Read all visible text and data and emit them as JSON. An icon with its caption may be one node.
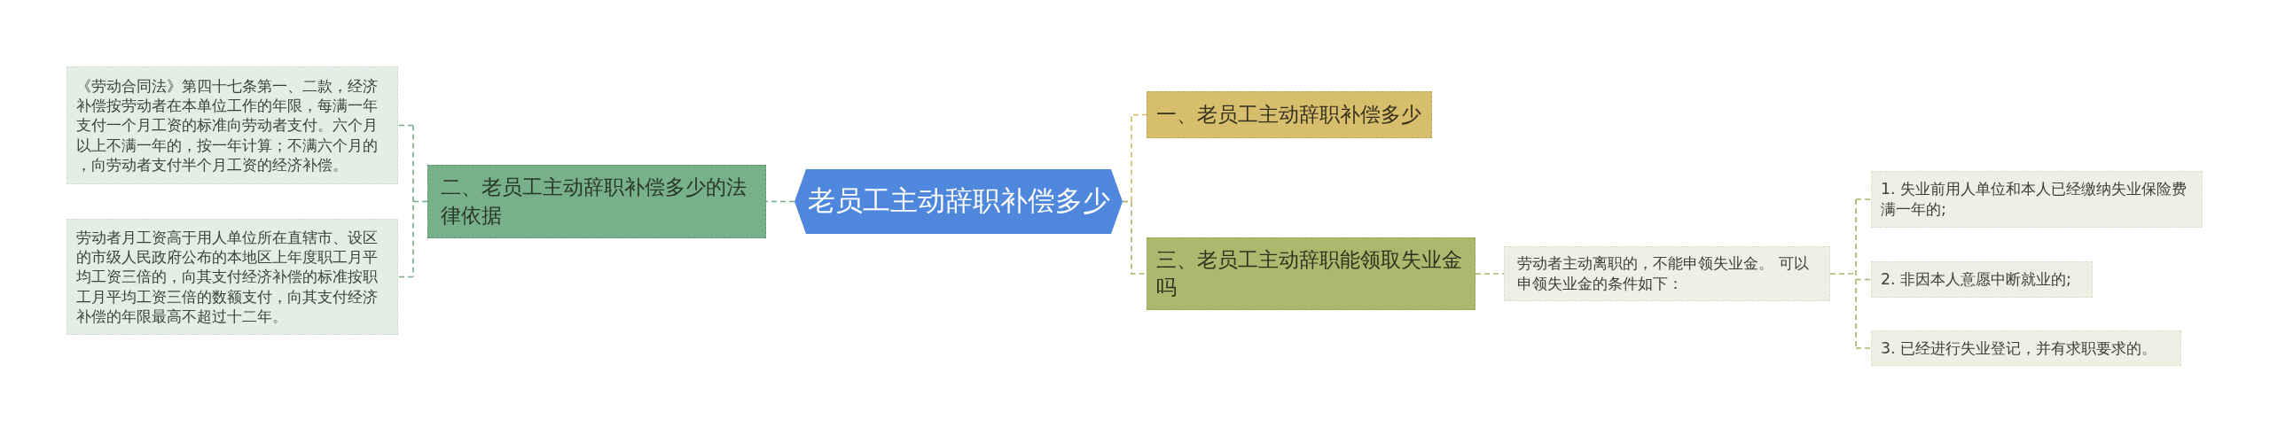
{
  "diagram": {
    "nodes": [
      {
        "text": [
          "老员工主动辞职补偿多少"
        ]
      },
      {
        "text": [
          "二、老员工主动辞职补偿多少的法律依据"
        ]
      },
      {
        "text": [
          "《劳动合同法》第四十七条第一、二款，经济补偿按劳动者在本单位工作的年限，每满一年支付一个月工资的标准向劳动者支付。六个月以上不满一年的，按一年计算；不满六个月的，向劳动者支付半个月工资的经济补偿。"
        ]
      },
      {
        "text": [
          "劳动者月工资高于用人单位所在直辖市、设区的市级人民政府公布的本地区上年度职工月平均工资三倍的，向其支付经济补偿的标准按职工月平均工资三倍的数额支付，向其支付经济补偿的年限最高不超过十二年。"
        ]
      },
      {
        "text": [
          "一、老员工主动辞职补偿多少"
        ]
      },
      {
        "text": [
          "三、老员工主动辞职能领取失业金吗"
        ]
      },
      {
        "text": [
          "劳动者主动离职的，不能申领失业金。 可以申领失业金的条件如下："
        ]
      },
      {
        "text": [
          "1. 失业前用人单位和本人已经缴纳失业保险费满一年的;"
        ]
      },
      {
        "text": [
          "2. 非因本人意愿中断就业的;"
        ]
      },
      {
        "text": [
          "3. 已经进行失业登记，并有求职要求的。"
        ]
      }
    ],
    "edges": [
      {
        "from": 0,
        "to": 1,
        "arrow": "none",
        "style": "dashed",
        "color": "#78ad88"
      },
      {
        "from": 1,
        "to": 2,
        "arrow": "none",
        "style": "dashed",
        "color": "#78ad88"
      },
      {
        "from": 1,
        "to": 3,
        "arrow": "none",
        "style": "dashed",
        "color": "#78ad88"
      },
      {
        "from": 0,
        "to": 4,
        "arrow": "none",
        "style": "dashed",
        "color": "#d2bb69"
      },
      {
        "from": 0,
        "to": 5,
        "arrow": "none",
        "style": "dashed"
      },
      {
        "from": 5,
        "to": 6,
        "arrow": "none",
        "style": "dashed"
      },
      {
        "from": 6,
        "to": 7,
        "arrow": "none",
        "style": "dashed"
      },
      {
        "from": 6,
        "to": 8,
        "arrow": "none",
        "style": "dashed"
      },
      {
        "from": 6,
        "to": 9,
        "arrow": "none",
        "style": "dashed"
      }
    ]
  }
}
